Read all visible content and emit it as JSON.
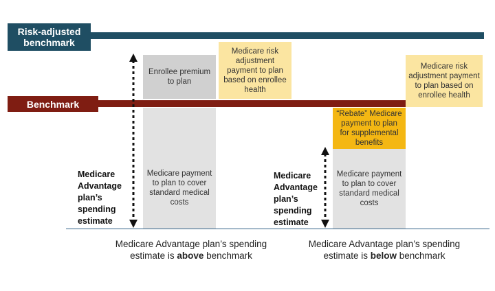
{
  "risk_adjusted_benchmark": {
    "label_line1": "Risk-adjusted",
    "label_line2": "benchmark",
    "color": "#1f4e63"
  },
  "benchmark": {
    "label": "Benchmark",
    "color": "#7f1d12"
  },
  "left_scenario": {
    "premium_box": "Enrollee premium to plan",
    "risk_box": "Medicare risk adjustment payment to plan based on enrollee health",
    "standard_box": "Medicare payment to plan to cover standard medical costs",
    "side_label": [
      "Medicare",
      "Advantage",
      "plan’s",
      "spending",
      "estimate"
    ],
    "caption_line1": "Medicare Advantage plan’s spending",
    "caption_pre": "estimate is ",
    "caption_bold": "above",
    "caption_post": " benchmark"
  },
  "right_scenario": {
    "risk_box": "Medicare risk adjustment payment to plan based on enrollee health",
    "rebate_box": "“Rebate” Medicare payment to plan for supplemental benefits",
    "standard_box": "Medicare payment to plan to cover standard medical costs",
    "side_label": [
      "Medicare",
      "Advantage",
      "plan’s",
      "spending",
      "estimate"
    ],
    "caption_line1": "Medicare Advantage plan’s spending",
    "caption_pre": "estimate is ",
    "caption_bold": "below",
    "caption_post": " benchmark"
  },
  "colors": {
    "gray": "#d9d9d9",
    "yellow": "#fbe5a1",
    "gold": "#f4b713",
    "baseline": "#2e5f86"
  }
}
